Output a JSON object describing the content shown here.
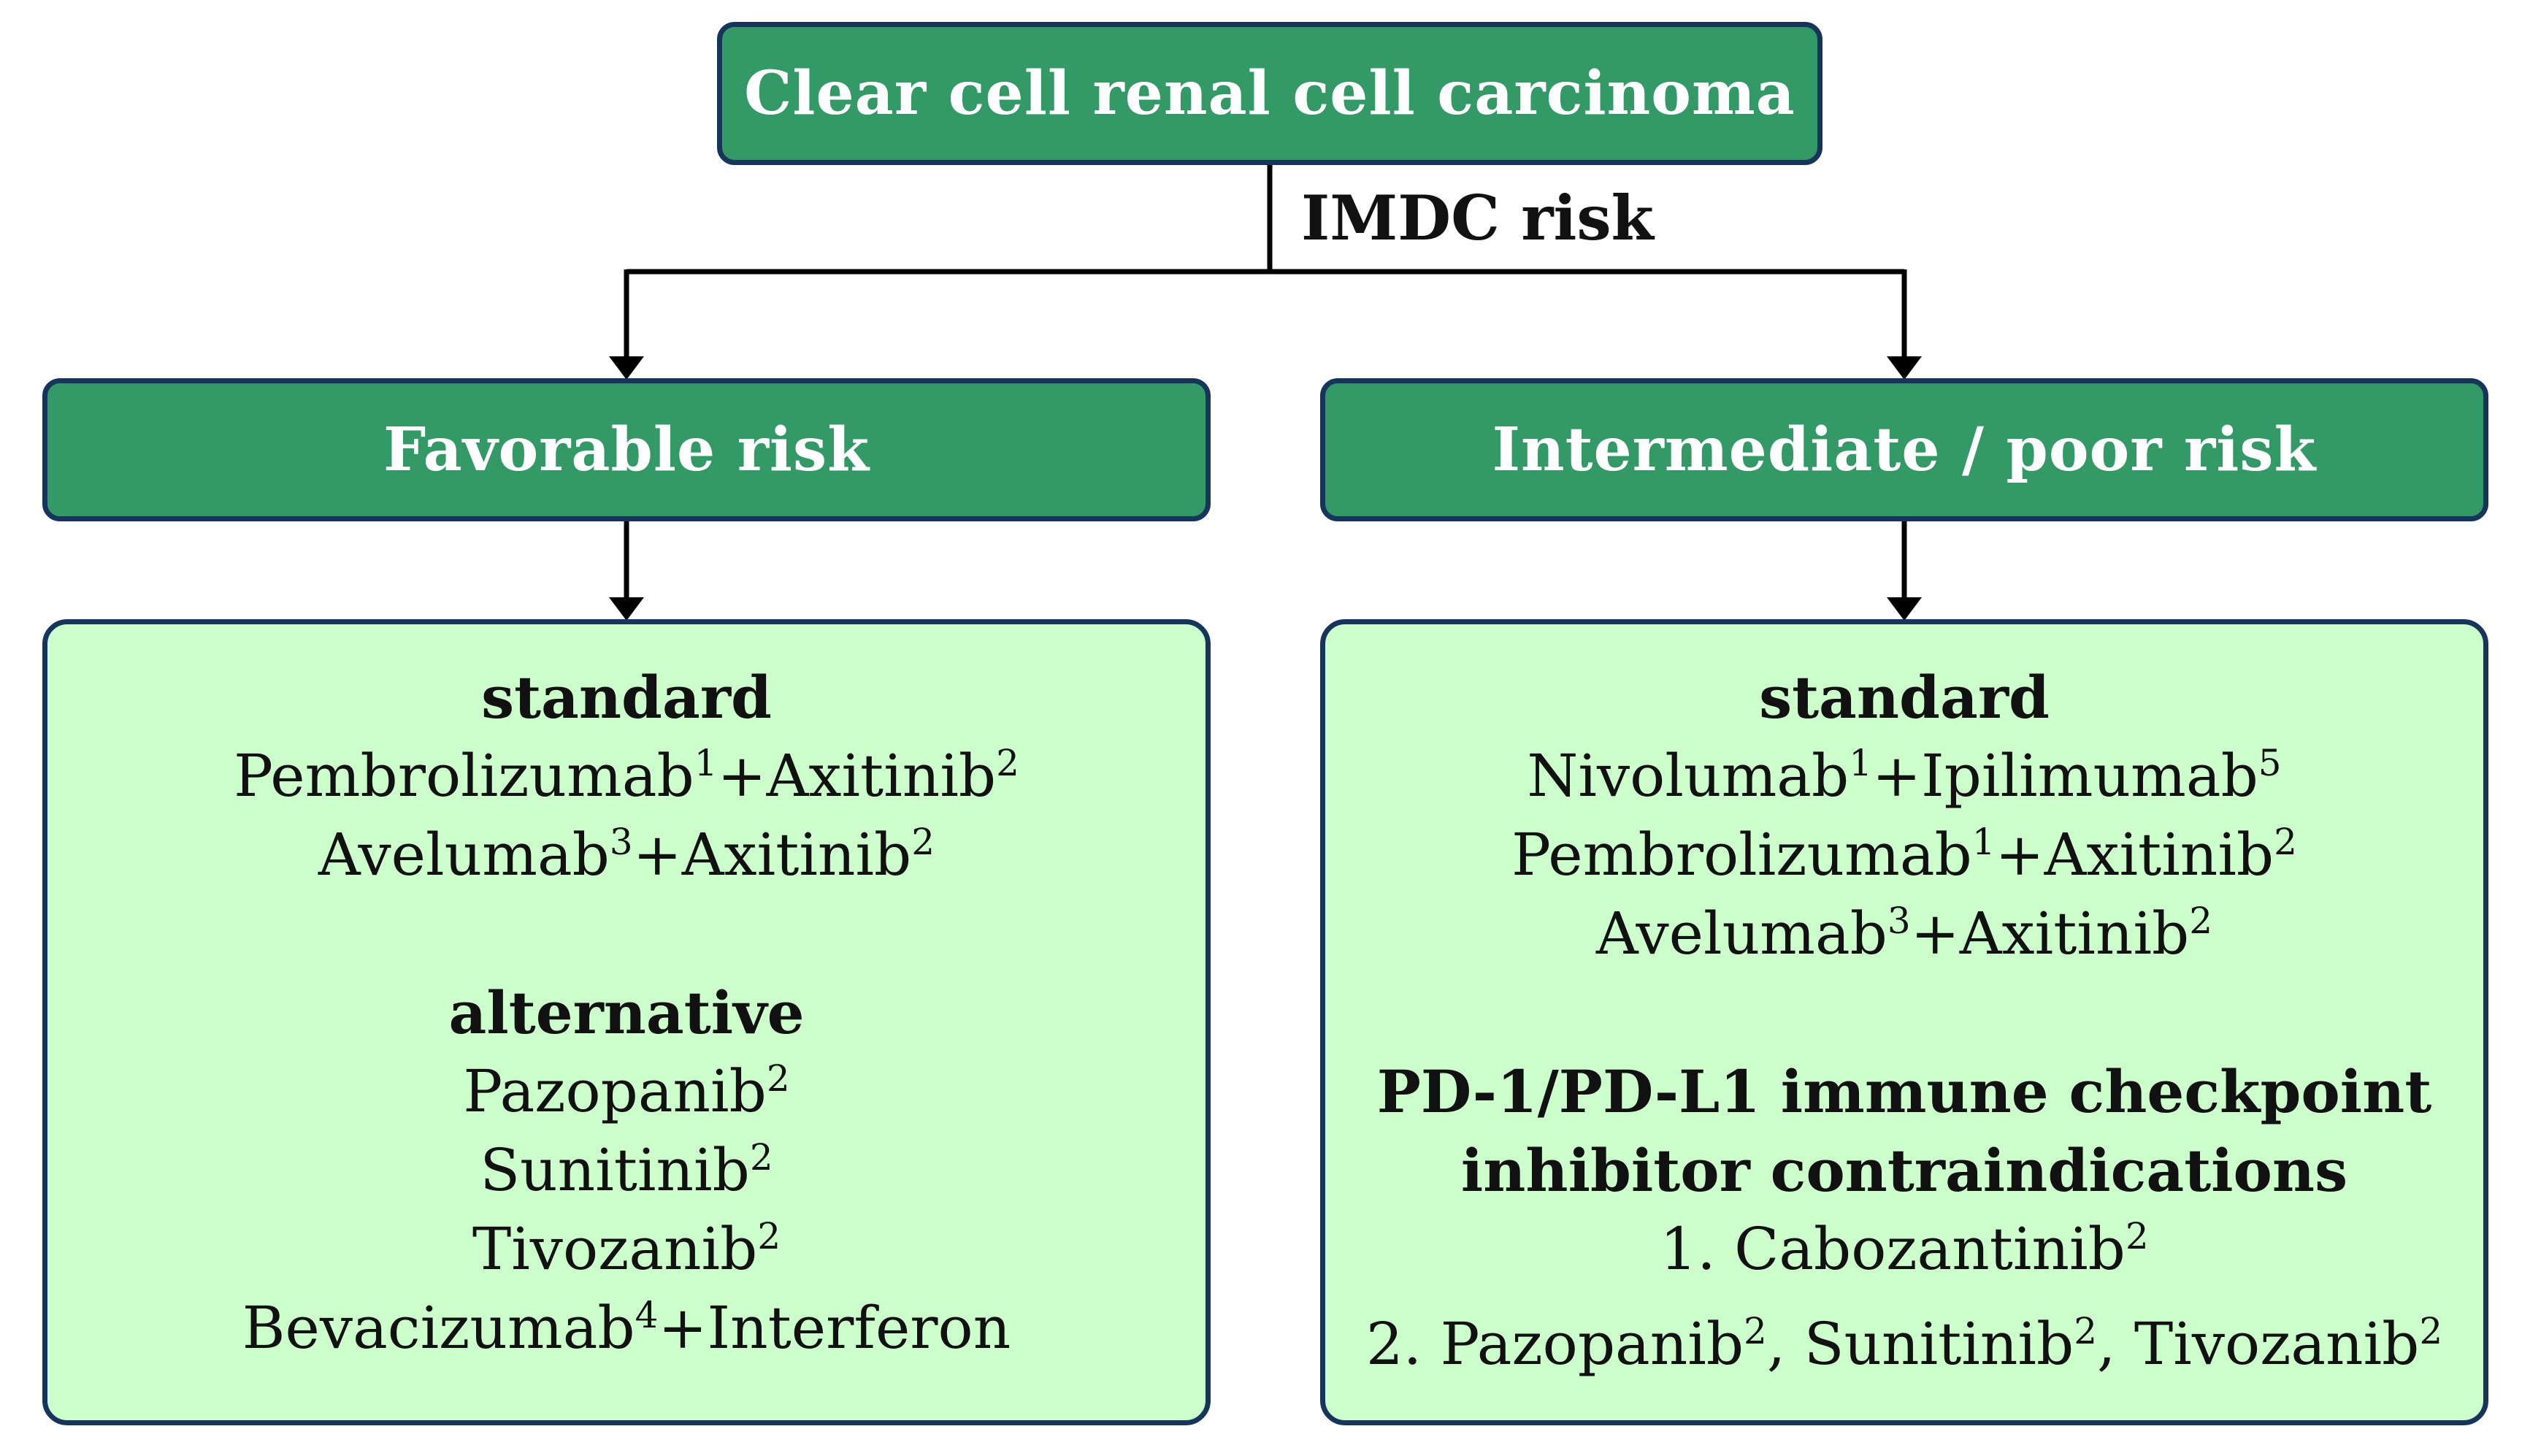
{
  "colors": {
    "header_fill": "#339966",
    "content_fill": "#ccffcc",
    "border": "#17355b",
    "connector": "#000000"
  },
  "root": {
    "title": "Clear cell renal cell carcinoma",
    "edge_label": "IMDC risk"
  },
  "favorable": {
    "title": "Favorable risk",
    "standard_heading": "standard",
    "standard": [
      {
        "a": "Pembrolizumab",
        "a_sup": "1",
        "b": "+Axitinib",
        "b_sup": "2"
      },
      {
        "a": "Avelumab",
        "a_sup": "3",
        "b": "+Axitinib",
        "b_sup": "2"
      }
    ],
    "alternative_heading": "alternative",
    "alternative": [
      {
        "a": "Pazopanib",
        "a_sup": "2"
      },
      {
        "a": "Sunitinib",
        "a_sup": "2"
      },
      {
        "a": "Tivozanib",
        "a_sup": "2"
      },
      {
        "a": "Bevacizumab",
        "a_sup": "4",
        "b": "+Interferon"
      }
    ]
  },
  "intermediate": {
    "title": "Intermediate / poor risk",
    "standard_heading": "standard",
    "standard": [
      {
        "a": "Nivolumab",
        "a_sup": "1",
        "b": "+Ipilimumab",
        "b_sup": "5"
      },
      {
        "a": "Pembrolizumab",
        "a_sup": "1",
        "b": "+Axitinib",
        "b_sup": "2"
      },
      {
        "a": "Avelumab",
        "a_sup": "3",
        "b": "+Axitinib",
        "b_sup": "2"
      }
    ],
    "contra_heading_line1": "PD-1/PD-L1 immune checkpoint",
    "contra_heading_line2": "inhibitor contraindications",
    "contra_1": {
      "a": "1. Cabozantinib",
      "a_sup": "2"
    },
    "contra_2": {
      "a": "2. Pazopanib",
      "a_sup": "2",
      "b": ", Sunitinib",
      "b_sup": "2",
      "c": ", Tivozanib",
      "c_sup": "2"
    }
  }
}
